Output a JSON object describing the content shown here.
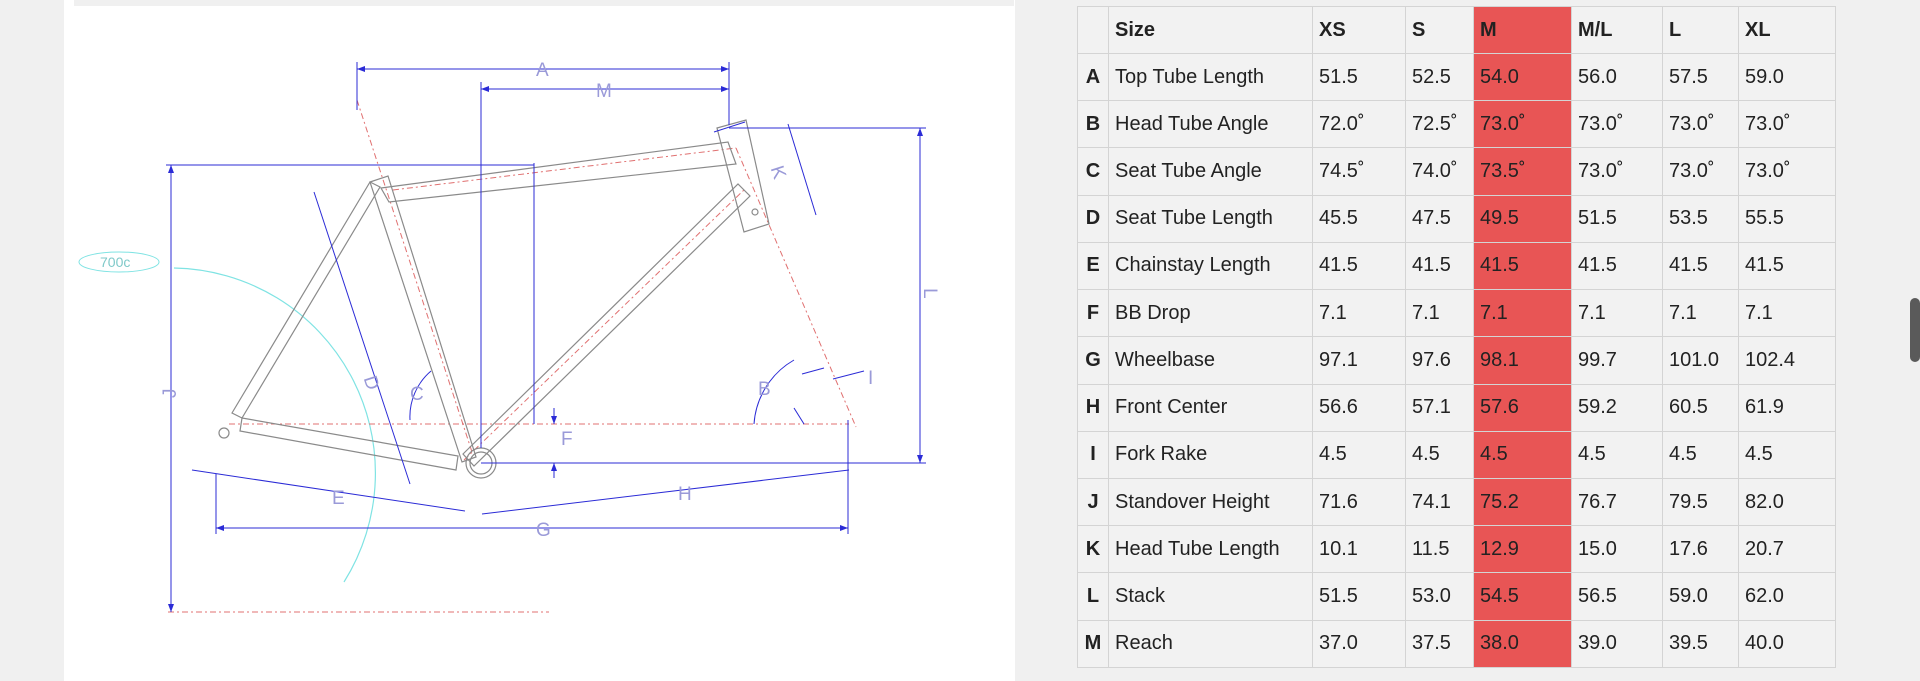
{
  "diagram": {
    "wheel_label": "700c",
    "dimension_letters": [
      "A",
      "M",
      "K",
      "L",
      "J",
      "D",
      "C",
      "B",
      "I",
      "F",
      "E",
      "H",
      "G"
    ]
  },
  "table": {
    "headers": [
      "",
      "Size",
      "XS",
      "S",
      "M",
      "M/L",
      "L",
      "XL"
    ],
    "highlighted_size": "M",
    "rows": [
      {
        "letter": "A",
        "name": "Top Tube Length",
        "values": [
          "51.5",
          "52.5",
          "54.0",
          "56.0",
          "57.5",
          "59.0"
        ]
      },
      {
        "letter": "B",
        "name": "Head Tube Angle",
        "values": [
          "72.0˚",
          "72.5˚",
          "73.0˚",
          "73.0˚",
          "73.0˚",
          "73.0˚"
        ]
      },
      {
        "letter": "C",
        "name": "Seat Tube Angle",
        "values": [
          "74.5˚",
          "74.0˚",
          "73.5˚",
          "73.0˚",
          "73.0˚",
          "73.0˚"
        ]
      },
      {
        "letter": "D",
        "name": "Seat Tube Length",
        "values": [
          "45.5",
          "47.5",
          "49.5",
          "51.5",
          "53.5",
          "55.5"
        ]
      },
      {
        "letter": "E",
        "name": "Chainstay Length",
        "values": [
          "41.5",
          "41.5",
          "41.5",
          "41.5",
          "41.5",
          "41.5"
        ]
      },
      {
        "letter": "F",
        "name": "BB Drop",
        "values": [
          "7.1",
          "7.1",
          "7.1",
          "7.1",
          "7.1",
          "7.1"
        ]
      },
      {
        "letter": "G",
        "name": "Wheelbase",
        "values": [
          "97.1",
          "97.6",
          "98.1",
          "99.7",
          "101.0",
          "102.4"
        ]
      },
      {
        "letter": "H",
        "name": "Front Center",
        "values": [
          "56.6",
          "57.1",
          "57.6",
          "59.2",
          "60.5",
          "61.9"
        ]
      },
      {
        "letter": "I",
        "name": "Fork Rake",
        "values": [
          "4.5",
          "4.5",
          "4.5",
          "4.5",
          "4.5",
          "4.5"
        ]
      },
      {
        "letter": "J",
        "name": "Standover Height",
        "values": [
          "71.6",
          "74.1",
          "75.2",
          "76.7",
          "79.5",
          "82.0"
        ]
      },
      {
        "letter": "K",
        "name": "Head Tube Length",
        "values": [
          "10.1",
          "11.5",
          "12.9",
          "15.0",
          "17.6",
          "20.7"
        ]
      },
      {
        "letter": "L",
        "name": "Stack",
        "values": [
          "51.5",
          "53.0",
          "54.5",
          "56.5",
          "59.0",
          "62.0"
        ]
      },
      {
        "letter": "M",
        "name": "Reach",
        "values": [
          "37.0",
          "37.5",
          "38.0",
          "39.0",
          "39.5",
          "40.0"
        ]
      }
    ]
  },
  "colors": {
    "highlight": "#e85555",
    "dimension_line": "#2b2bd6",
    "frame": "#8a8a8a",
    "wheel_arc": "#7fe3e3",
    "centerline": "#e07070"
  }
}
